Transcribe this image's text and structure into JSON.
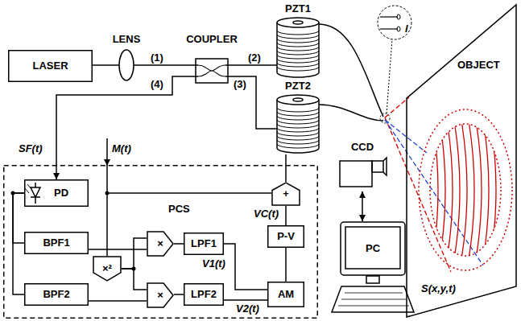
{
  "diagram": {
    "nodes": [
      {
        "text": [
          "LASER"
        ]
      },
      {
        "text": [
          "LENS"
        ]
      },
      {
        "text": [
          "COUPLER"
        ]
      },
      {
        "text": [
          "PZT1"
        ]
      },
      {
        "text": [
          "PZT2"
        ]
      },
      {
        "text": [
          "OBJECT"
        ]
      },
      {
        "text": [
          "CCD"
        ]
      },
      {
        "text": [
          "PC"
        ]
      },
      {
        "text": [
          "PCS"
        ]
      },
      {
        "text": [
          "PD"
        ],
        "in": 8
      },
      {
        "text": [
          "BPF1"
        ],
        "in": 8
      },
      {
        "text": [
          "BPF2"
        ],
        "in": 8
      },
      {
        "text": [
          "×"
        ],
        "in": 8
      },
      {
        "text": [
          "×²"
        ],
        "in": 8
      },
      {
        "text": [
          "×"
        ],
        "in": 8
      },
      {
        "text": [
          "LPF1"
        ],
        "in": 8
      },
      {
        "text": [
          "LPF2"
        ],
        "in": 8
      },
      {
        "text": [
          "AM"
        ],
        "in": 8
      },
      {
        "text": [
          "P-V"
        ],
        "in": 8
      },
      {
        "text": [
          "+"
        ],
        "in": 8
      }
    ],
    "edges": [
      {
        "from": 0,
        "to": 1,
        "arrow": "none"
      },
      {
        "from": 1,
        "to": 2,
        "arrow": "none"
      },
      {
        "from": 2,
        "to": 3,
        "arrow": "none"
      },
      {
        "from": 2,
        "to": 4,
        "arrow": "none"
      },
      {
        "from": 2,
        "to": 9,
        "arrow": "to"
      },
      {
        "from": 9,
        "to": 10,
        "arrow": "none"
      },
      {
        "from": 9,
        "to": 11,
        "arrow": "none"
      },
      {
        "from": 10,
        "to": 12,
        "arrow": "none"
      },
      {
        "from": 11,
        "to": 14,
        "arrow": "none"
      },
      {
        "from": 13,
        "to": 12,
        "arrow": "none"
      },
      {
        "from": 13,
        "to": 14,
        "arrow": "none"
      },
      {
        "from": 12,
        "to": 15,
        "arrow": "none"
      },
      {
        "from": 14,
        "to": 16,
        "arrow": "none"
      },
      {
        "from": 15,
        "to": 17,
        "arrow": "none"
      },
      {
        "from": 16,
        "to": 17,
        "arrow": "none"
      },
      {
        "from": 17,
        "to": 18,
        "arrow": "none"
      },
      {
        "from": 18,
        "to": 19,
        "arrow": "none"
      },
      {
        "from": 19,
        "to": 4,
        "arrow": "none"
      },
      {
        "from": 6,
        "to": 7,
        "arrow": "both"
      }
    ],
    "labels": [
      "(1)",
      "(2)",
      "(3)",
      "(4)",
      "SF(t)",
      "M(t)",
      "V1(t)",
      "V2(t)",
      "VC(t)",
      "S(x,y,t)",
      "l"
    ]
  }
}
